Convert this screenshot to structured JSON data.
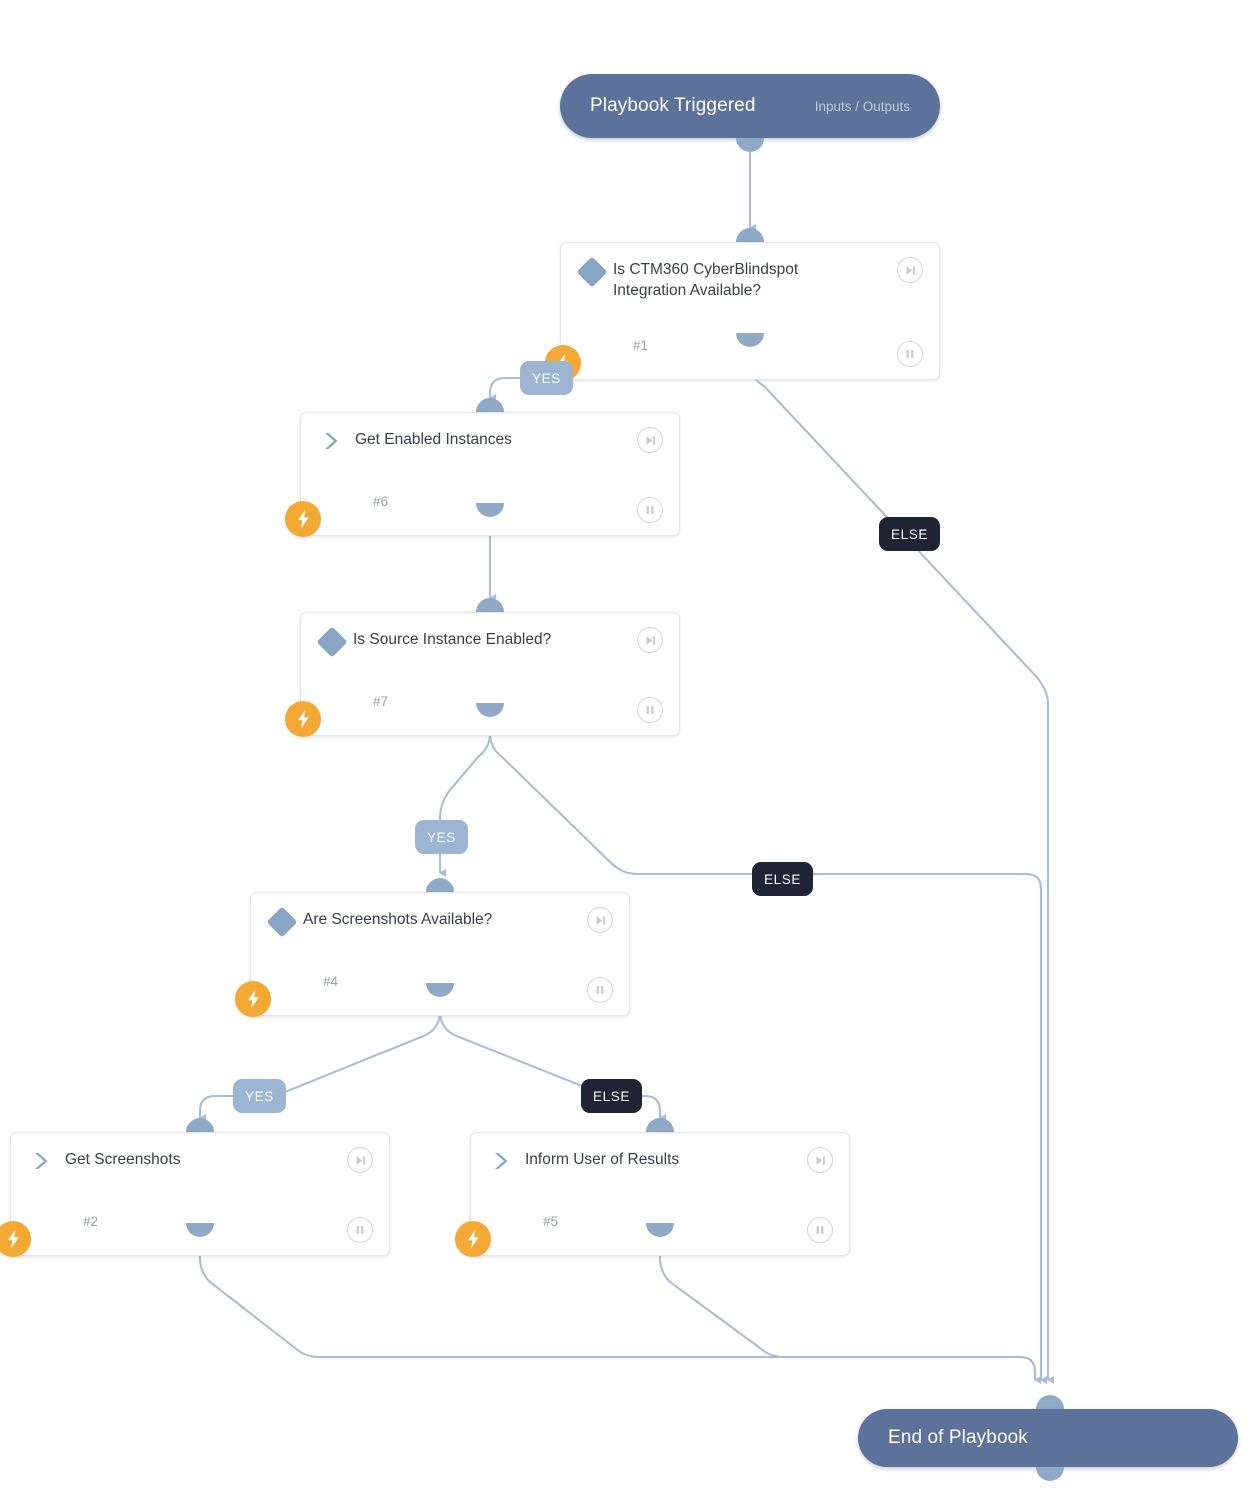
{
  "diagram": {
    "type": "playbook-flow",
    "background": "#ffffff",
    "edge_color": "#a9bed6",
    "accent_orange": "#f3a934",
    "node_blue": "#8aa4c4",
    "terminal_blue": "#5d729a",
    "yes_badge_color": "#9cb5d2",
    "else_badge_color": "#1e2433"
  },
  "start": {
    "title": "Playbook Triggered",
    "subtitle": "Inputs / Outputs"
  },
  "end": {
    "title": "End of Playbook"
  },
  "nodes": [
    {
      "id": "#1",
      "title": "Is CTM360 CyberBlindspot Integration Available?",
      "kind": "condition",
      "icon": "diamond-icon",
      "badge": "lightning-icon",
      "run_label": "run-from-here",
      "pause_label": "pause"
    },
    {
      "id": "#6",
      "title": "Get Enabled Instances",
      "kind": "task",
      "icon": "chevron-icon",
      "badge": "lightning-icon",
      "run_label": "run-from-here",
      "pause_label": "pause"
    },
    {
      "id": "#7",
      "title": "Is Source Instance Enabled?",
      "kind": "condition",
      "icon": "diamond-icon",
      "badge": "lightning-icon",
      "run_label": "run-from-here",
      "pause_label": "pause"
    },
    {
      "id": "#4",
      "title": "Are Screenshots Available?",
      "kind": "condition",
      "icon": "diamond-icon",
      "badge": "lightning-icon",
      "run_label": "run-from-here",
      "pause_label": "pause"
    },
    {
      "id": "#2",
      "title": "Get Screenshots",
      "kind": "task",
      "icon": "chevron-icon",
      "badge": "lightning-icon",
      "run_label": "run-from-here",
      "pause_label": "pause"
    },
    {
      "id": "#5",
      "title": "Inform User of Results",
      "kind": "task",
      "icon": "chevron-icon",
      "badge": "lightning-icon",
      "run_label": "run-from-here",
      "pause_label": "pause"
    }
  ],
  "branch_labels": [
    {
      "text": "YES",
      "from": "#1",
      "to": "#6"
    },
    {
      "text": "ELSE",
      "from": "#1",
      "to": "end"
    },
    {
      "text": "YES",
      "from": "#7",
      "to": "#4"
    },
    {
      "text": "ELSE",
      "from": "#7",
      "to": "end"
    },
    {
      "text": "YES",
      "from": "#4",
      "to": "#2"
    },
    {
      "text": "ELSE",
      "from": "#4",
      "to": "#5"
    }
  ]
}
